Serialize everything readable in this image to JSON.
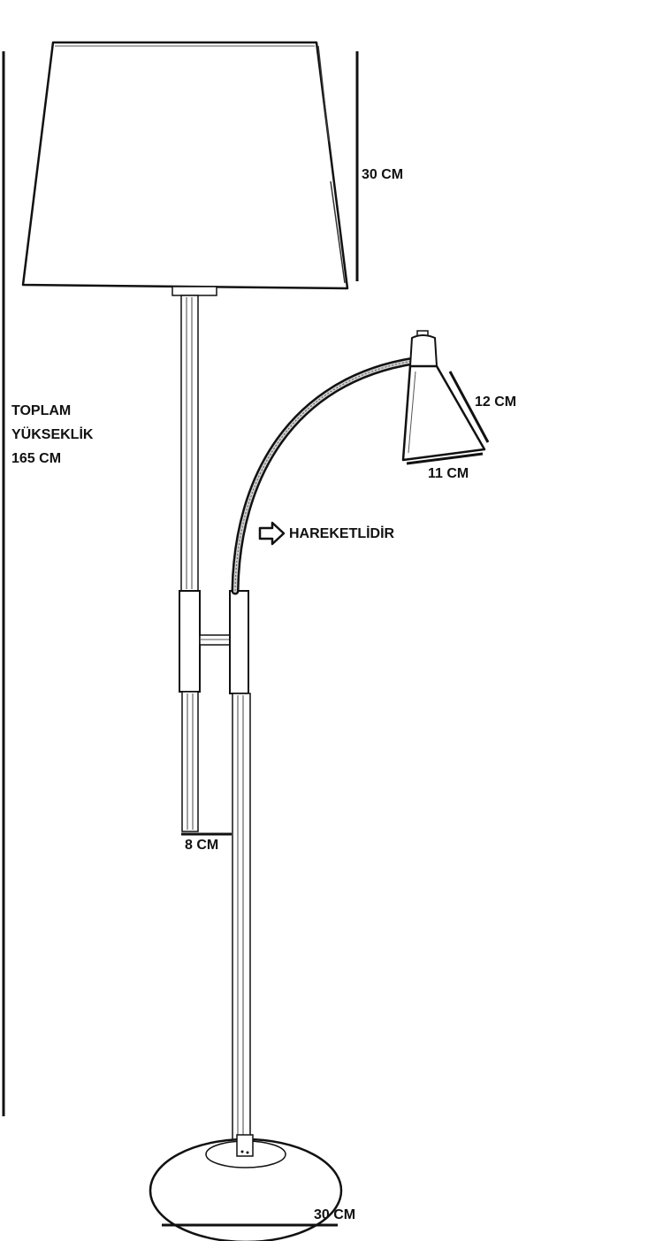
{
  "diagram": {
    "shade_height_label": "30 CM",
    "total_height_label": {
      "line1": "TOPLAM",
      "line2": "YÜKSEKLİK",
      "line3": "165 CM"
    },
    "spot_height_label": "12 CM",
    "spot_width_label": "11 CM",
    "movable_label": "HAREKETLİDİR",
    "movable_icon": "arrow-right-outline-icon",
    "arm_length_label": "8 CM",
    "base_width_label": "30 CM",
    "line_color": "#111111",
    "background_color": "#ffffff"
  }
}
